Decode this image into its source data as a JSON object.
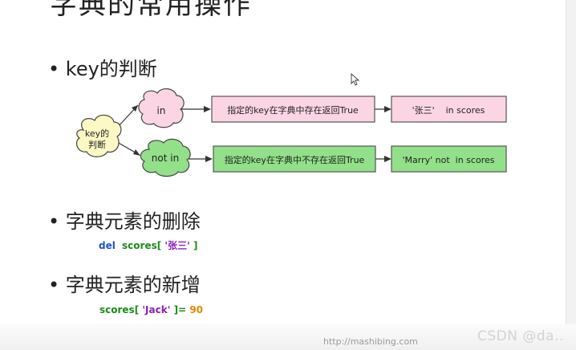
{
  "slide": {
    "title": "字典的常用操作",
    "bullets": [
      "• key的判断",
      "• 字典元素的删除",
      "• 字典元素的新增"
    ]
  },
  "diagram": {
    "root": "key的\n判断",
    "branches": [
      {
        "cloud": "in",
        "box1": "指定的key在字典中存在返回True",
        "box2": "'张三'    in scores"
      },
      {
        "cloud": "not in",
        "box1": "指定的key在字典中不存在返回True",
        "box2": "'Marry' not  in scores"
      }
    ]
  },
  "code": {
    "del": {
      "keyword": "del",
      "var": "scores[",
      "str": "'张三'",
      "close": "]"
    },
    "add": {
      "var": "scores[",
      "str": "'Jack'",
      "close": "]=",
      "num": "90"
    }
  },
  "footer": {
    "url": "http://mashibing.com",
    "watermark": "CSDN @da.."
  },
  "colors": {
    "pink_fill": "#fcd5e5",
    "green_fill": "#92e08a",
    "root_fill": "#fcf8c4",
    "keyword_blue": "#1c4fd6",
    "code_green": "#1a8c1a",
    "string_purple": "#8b1fb8",
    "number_orange": "#e08a00"
  }
}
